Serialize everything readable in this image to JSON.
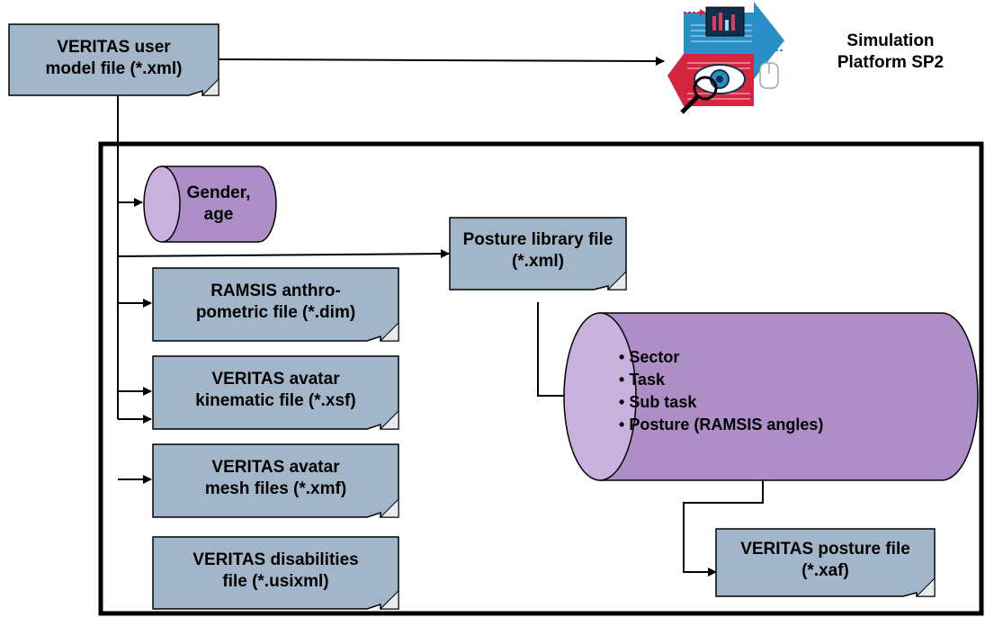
{
  "user_model": {
    "line1": "VERITAS user",
    "line2": "model file (*.xml)"
  },
  "simulation_platform": {
    "line1": "Simulation",
    "line2": "Platform SP2"
  },
  "gender_age": {
    "line1": "Gender,",
    "line2": "age"
  },
  "posture_library": {
    "line1": "Posture library file",
    "line2": "(*.xml)"
  },
  "ramsis_file": {
    "line1": "RAMSIS anthro-",
    "line2": "pometric file (*.dim)"
  },
  "kinematic_file": {
    "line1": "VERITAS avatar",
    "line2": "kinematic file (*.xsf)"
  },
  "mesh_files": {
    "line1": "VERITAS avatar",
    "line2": "mesh files (*.xmf)"
  },
  "disabilities_file": {
    "line1": "VERITAS disabilities",
    "line2": "file (*.usixml)"
  },
  "posture_db": {
    "items": [
      "Sector",
      "Task",
      "Sub task",
      "Posture (RAMSIS angles)"
    ]
  },
  "posture_file": {
    "line1": "VERITAS posture file",
    "line2": "(*.xaf)"
  },
  "colors": {
    "doc_fill": "#a3b6c9",
    "cylinder_body": "#ae8ec6",
    "cylinder_face": "#c9b1de"
  }
}
